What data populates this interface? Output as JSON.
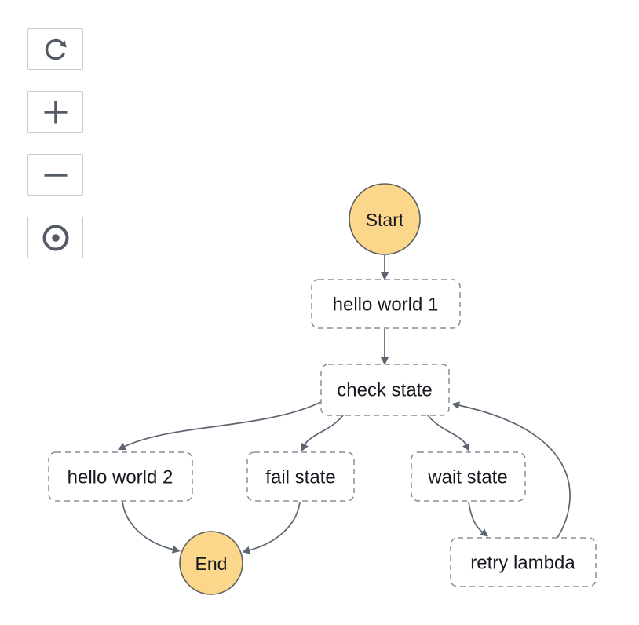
{
  "toolbar": {
    "buttons": [
      {
        "id": "refresh",
        "icon": "refresh-icon"
      },
      {
        "id": "zoom-in",
        "icon": "plus-icon"
      },
      {
        "id": "zoom-out",
        "icon": "minus-icon"
      },
      {
        "id": "center",
        "icon": "center-target-icon"
      }
    ]
  },
  "diagram": {
    "type": "state-machine-flowchart",
    "nodes": [
      {
        "id": "start",
        "label": "Start",
        "shape": "circle"
      },
      {
        "id": "hello-world-1",
        "label": "hello world 1",
        "shape": "dashed-box"
      },
      {
        "id": "check-state",
        "label": "check state",
        "shape": "dashed-box"
      },
      {
        "id": "hello-world-2",
        "label": "hello world 2",
        "shape": "dashed-box"
      },
      {
        "id": "fail-state",
        "label": "fail state",
        "shape": "dashed-box"
      },
      {
        "id": "wait-state",
        "label": "wait state",
        "shape": "dashed-box"
      },
      {
        "id": "end",
        "label": "End",
        "shape": "circle"
      },
      {
        "id": "retry-lambda",
        "label": "retry lambda",
        "shape": "dashed-box"
      }
    ],
    "edges": [
      {
        "from": "start",
        "to": "hello-world-1"
      },
      {
        "from": "hello-world-1",
        "to": "check-state"
      },
      {
        "from": "check-state",
        "to": "hello-world-2"
      },
      {
        "from": "check-state",
        "to": "fail-state"
      },
      {
        "from": "check-state",
        "to": "wait-state"
      },
      {
        "from": "hello-world-2",
        "to": "end"
      },
      {
        "from": "fail-state",
        "to": "end"
      },
      {
        "from": "wait-state",
        "to": "retry-lambda"
      },
      {
        "from": "retry-lambda",
        "to": "check-state"
      }
    ],
    "colors": {
      "terminal_fill": "#FBD78B",
      "terminal_border": "#5e5f61",
      "dashed_border": "#878e98",
      "edge": "#5b6470",
      "label": "#16191f",
      "button_border": "#c3cdd1",
      "icon": "#545b64"
    }
  }
}
